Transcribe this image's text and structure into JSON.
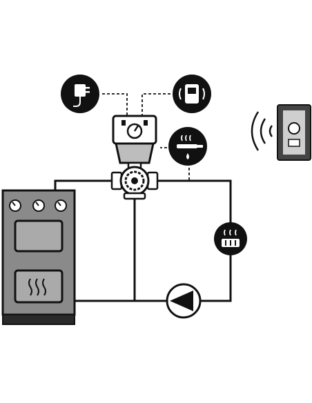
{
  "diagram": {
    "components": [
      {
        "id": "boiler",
        "icon": "boiler-icon",
        "gauges": 3
      },
      {
        "id": "mixing-valve",
        "icon": "mixing-valve-icon"
      },
      {
        "id": "valve-actuator",
        "icon": "actuator-icon"
      },
      {
        "id": "power-adapter",
        "icon": "power-plug-icon"
      },
      {
        "id": "wall-controller",
        "icon": "wall-thermostat-icon"
      },
      {
        "id": "temperature-sensor",
        "icon": "pipe-sensor-icon"
      },
      {
        "id": "radiator",
        "icon": "radiator-icon"
      },
      {
        "id": "circulation-pump",
        "icon": "pump-icon"
      },
      {
        "id": "wireless-room-thermostat",
        "icon": "wireless-thermostat-icon"
      }
    ],
    "connections": [
      {
        "from": "boiler",
        "to": "mixing-valve",
        "type": "pipe"
      },
      {
        "from": "mixing-valve",
        "to": "radiator",
        "type": "pipe"
      },
      {
        "from": "radiator",
        "to": "circulation-pump",
        "type": "pipe"
      },
      {
        "from": "circulation-pump",
        "to": "boiler",
        "type": "pipe"
      },
      {
        "from": "mixing-valve",
        "to": "circulation-pump",
        "type": "pipe"
      },
      {
        "from": "power-adapter",
        "to": "valve-actuator",
        "type": "dashed"
      },
      {
        "from": "wall-controller",
        "to": "valve-actuator",
        "type": "dashed"
      },
      {
        "from": "temperature-sensor",
        "to": "valve-actuator",
        "type": "dashed"
      }
    ],
    "colors": {
      "line": "#111111",
      "boiler_body": "#8a8a8a",
      "boiler_panel": "#aaaaaa",
      "boiler_base": "#2a2a2a",
      "icon_bg": "#111111",
      "icon_fg": "#ffffff",
      "actuator_face": "#bdbdbd",
      "thermostat_frame": "#444444",
      "thermostat_panel": "#cfcfcf"
    }
  }
}
